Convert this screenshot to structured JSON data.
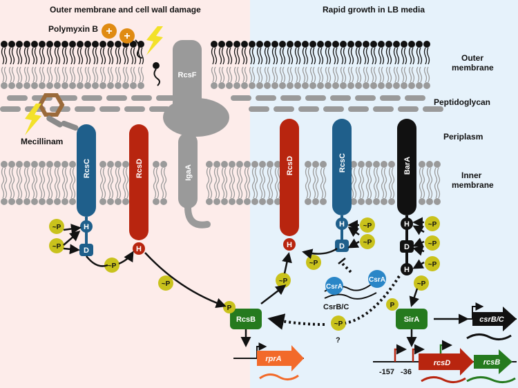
{
  "headers": {
    "left": "Outer membrane and cell wall damage",
    "right": "Rapid growth in LB media"
  },
  "compartments": {
    "outer_membrane_1": "Outer",
    "outer_membrane_2": "membrane",
    "peptidoglycan": "Peptidoglycan",
    "periplasm": "Periplasm",
    "inner_membrane_1": "Inner",
    "inner_membrane_2": "membrane"
  },
  "stimuli": {
    "polymyxin": "Polymyxin B",
    "mecillinam": "Mecillinam",
    "plus": "+"
  },
  "proteins": {
    "rcsf": "RcsF",
    "igaa": "IgaA",
    "rcsc": "RcsC",
    "rcsd": "RcsD",
    "bara": "BarA",
    "rcsb": "RcsB",
    "sira": "SirA",
    "csra": "CsrA",
    "csrbc": "CsrB/C"
  },
  "residues": {
    "h": "H",
    "d": "D",
    "p": "P",
    "phospho": "~P",
    "question": "?"
  },
  "genes": {
    "rpra": "rprA",
    "csrbc": "csrB/C",
    "rcsd": "rcsD",
    "rcsb": "rcsB"
  },
  "promoters": {
    "p1": "-157",
    "p2": "-36"
  },
  "colors": {
    "left_bg": "#fdecea",
    "right_bg": "#e6f2fb",
    "membrane": "#9a9a9a",
    "rcsc": "#1f5f8b",
    "rcsd": "#b8250f",
    "bara": "#111111",
    "rcsb": "#257a1e",
    "phosphate": "#c9c21c",
    "polymyxin": "#e08b12",
    "csra": "#2a86c7",
    "mecillinam": "#9b6a3a",
    "rpra": "#f26a2a"
  }
}
